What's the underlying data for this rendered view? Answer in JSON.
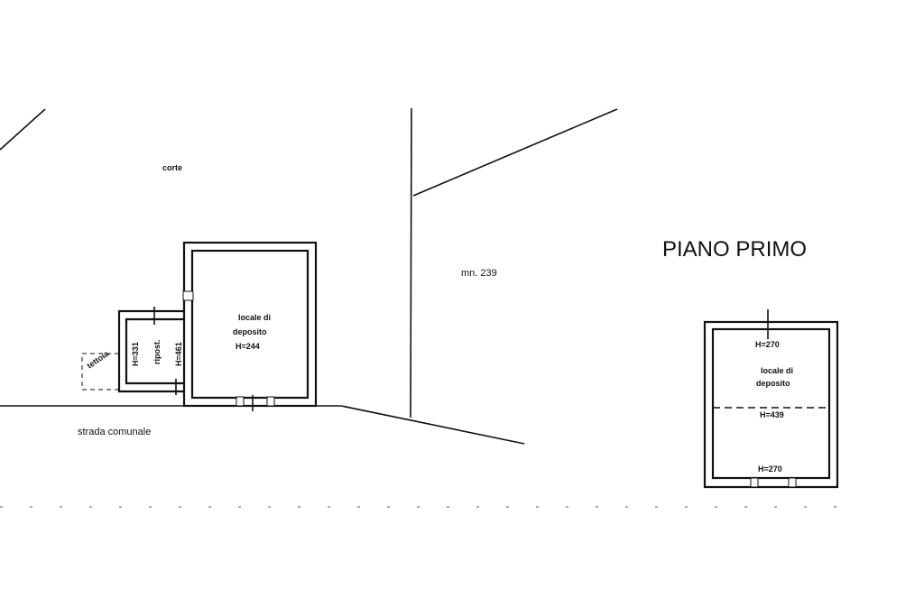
{
  "title": "PIANO PRIMO",
  "site": {
    "courtyard_label": "corte",
    "parcel_label": "mn. 239",
    "road_label": "strada comunale"
  },
  "ground_floor": {
    "main_room": {
      "name_line1": "locale di",
      "name_line2": "deposito",
      "height": "H=244"
    },
    "storage_room": {
      "name": "ripost.",
      "height_left": "H=331",
      "height_right": "H=461"
    },
    "canopy_label": "tettoia"
  },
  "first_floor": {
    "room": {
      "name_line1": "locale di",
      "name_line2": "deposito"
    },
    "height_top": "H=270",
    "height_middle": "H=439",
    "height_bottom": "H=270"
  }
}
